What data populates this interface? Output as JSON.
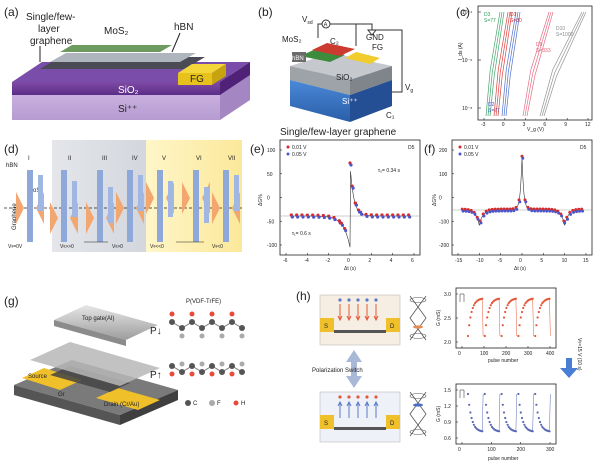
{
  "panels": {
    "a": {
      "label": "(a)",
      "labels": {
        "graphene": [
          "Single/few-",
          "layer",
          "graphene"
        ],
        "mos2": "MoS₂",
        "hbn": "hBN",
        "fg": "FG",
        "sio2": "SiO₂",
        "si": "Si⁺⁺"
      }
    },
    "b": {
      "label": "(b)",
      "labels": {
        "vsd": "V",
        "vsd_sub": "sd",
        "gnd": "GND",
        "mos2": "MoS₂",
        "c2": "C₂",
        "fg": "FG",
        "hbn": "hBN",
        "sio2": "SiO₂",
        "si": "Si⁺⁺",
        "vg": "V",
        "vg_sub": "g",
        "c1": "C₁",
        "caption": "Single/few-layer graphene"
      }
    },
    "c": {
      "label": "(c)",
      "ylabel": "I_ds (A)",
      "xlabel": "V_g (V)",
      "xticks": [
        "-3",
        "0",
        "3",
        "6",
        "9",
        "12"
      ],
      "yticks": [
        "10⁻⁴",
        "10⁻⁶",
        "10⁻⁸"
      ],
      "devices": [
        {
          "name": "D3",
          "label": "S=77",
          "color": "#2e9c5c"
        },
        {
          "name": "D1",
          "label": "S=80",
          "color": "#d62b2b"
        },
        {
          "name": "D2",
          "label": "S=77",
          "color": "#3b5fc6"
        },
        {
          "name": "D9",
          "label": "S=333",
          "color": "#e25f7a"
        },
        {
          "name": "D10",
          "label": "S=1000",
          "color": "#888888"
        }
      ]
    },
    "d": {
      "label": "(d)",
      "roman": [
        "I",
        "II",
        "III",
        "IV",
        "V",
        "VI",
        "VII"
      ],
      "hbn": "hBN",
      "mos2": "MoS₂",
      "graphene": "Graphene",
      "conditions": [
        "Vᵍ=0V",
        "Vᵍ>>0",
        "Vᵍ>0",
        "Vᵍ<<0",
        "Vᵍ<0"
      ]
    },
    "e": {
      "label": "(e)",
      "ylabel": "ΔG%",
      "xlabel": "Δt (s)",
      "device": "D5",
      "legend": [
        "0.01 V",
        "0.05 V"
      ],
      "annotations": [
        "τ₀= 0.34 s",
        "τ₁= 0.6 s"
      ],
      "xticks": [
        "-6",
        "-4",
        "-2",
        "0",
        "2",
        "4",
        "6"
      ],
      "yticks": [
        "100",
        "50",
        "0",
        "-50",
        "-100"
      ]
    },
    "f": {
      "label": "(f)",
      "ylabel": "ΔG%",
      "xlabel": "Δt (s)",
      "device": "D5",
      "legend": [
        "0.01 V",
        "0.05 V"
      ],
      "xticks": [
        "-15",
        "-10",
        "-5",
        "0",
        "5",
        "10",
        "15"
      ],
      "yticks": [
        "200",
        "100",
        "0",
        "-100",
        "-200"
      ]
    },
    "g": {
      "label": "(g)",
      "top_gate": "Top gate(Al)",
      "source": "Source",
      "drain": "Drain (Cr/Au)",
      "gr": "Gr",
      "polymer": "P(VDF-TrFE)",
      "p_down": "P↓",
      "p_up": "P↑",
      "atoms": [
        "C",
        "F",
        "H"
      ]
    },
    "h": {
      "label": "(h)",
      "switch_label": "Polarization Switch",
      "ylabel_top": "G (mS)",
      "ylabel_bottom": "G (mS)",
      "xlabel": "pulse number",
      "yticks_top": [
        "3.0",
        "2.5",
        "2.0"
      ],
      "yticks_bottom": [
        "1.5",
        "1.2",
        "0.9",
        "0.6"
      ],
      "xticks_top": [
        "0",
        "100",
        "200",
        "300",
        "400"
      ],
      "xticks_bottom": [
        "0",
        "100",
        "200",
        "300"
      ],
      "side_label": "Vᵍ=15 V (10 s)",
      "s": "S",
      "d": "D"
    }
  }
}
